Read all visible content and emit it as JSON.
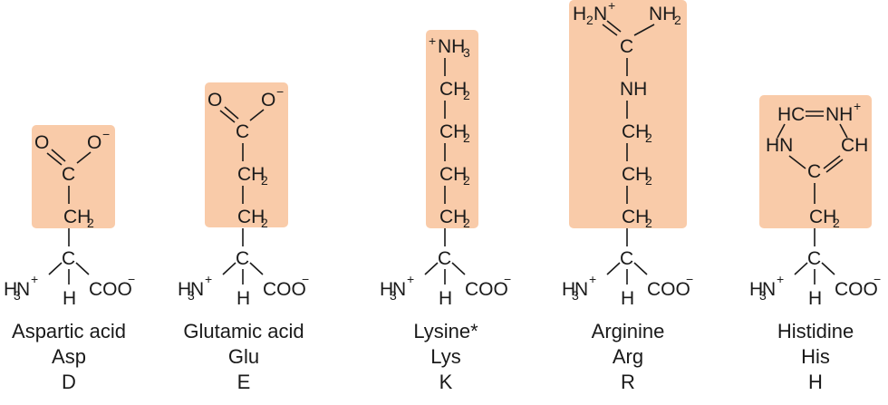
{
  "colors": {
    "side_chain_box": "#f9cba9",
    "ink": "#1a1a1a"
  },
  "amino_acids": [
    {
      "name": "Aspartic acid",
      "abbr3": "Asp",
      "abbr1": "D"
    },
    {
      "name": "Glutamic acid",
      "abbr3": "Glu",
      "abbr1": "E"
    },
    {
      "name": "Lysine*",
      "abbr3": "Lys",
      "abbr1": "K"
    },
    {
      "name": "Arginine",
      "abbr3": "Arg",
      "abbr1": "R"
    },
    {
      "name": "Histidine",
      "abbr3": "His",
      "abbr1": "H"
    }
  ]
}
